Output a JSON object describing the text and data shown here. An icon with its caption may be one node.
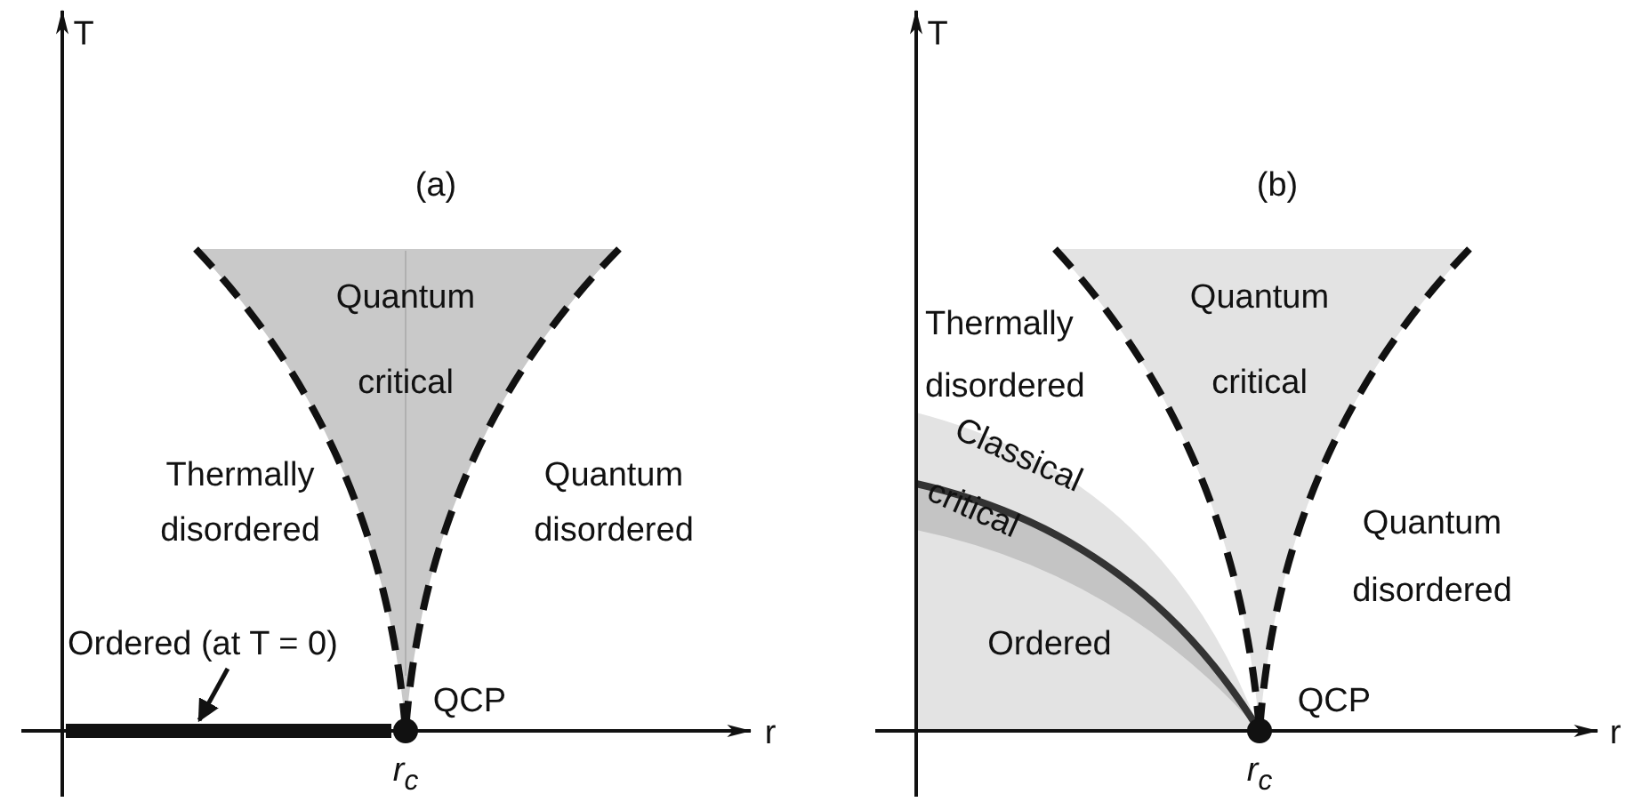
{
  "diagram": {
    "nodes": [
      {
        "text": [
          "Ordered (at T = 0)"
        ]
      },
      {
        "text": [],
        "shape": "bar"
      }
    ],
    "edges": [
      {
        "from": 0,
        "to": 1,
        "arrow": "to"
      }
    ],
    "labels": [
      "T",
      "(a)",
      "Quantum critical",
      "Thermally disordered",
      "Quantum disordered",
      "QCP",
      "r",
      "r$_{c}$",
      "T",
      "(b)",
      "Quantum critical",
      "Thermally disordered",
      "Classical critical",
      "Quantum disordered",
      "Ordered",
      "QCP",
      "r",
      "r$_{c}$"
    ]
  }
}
